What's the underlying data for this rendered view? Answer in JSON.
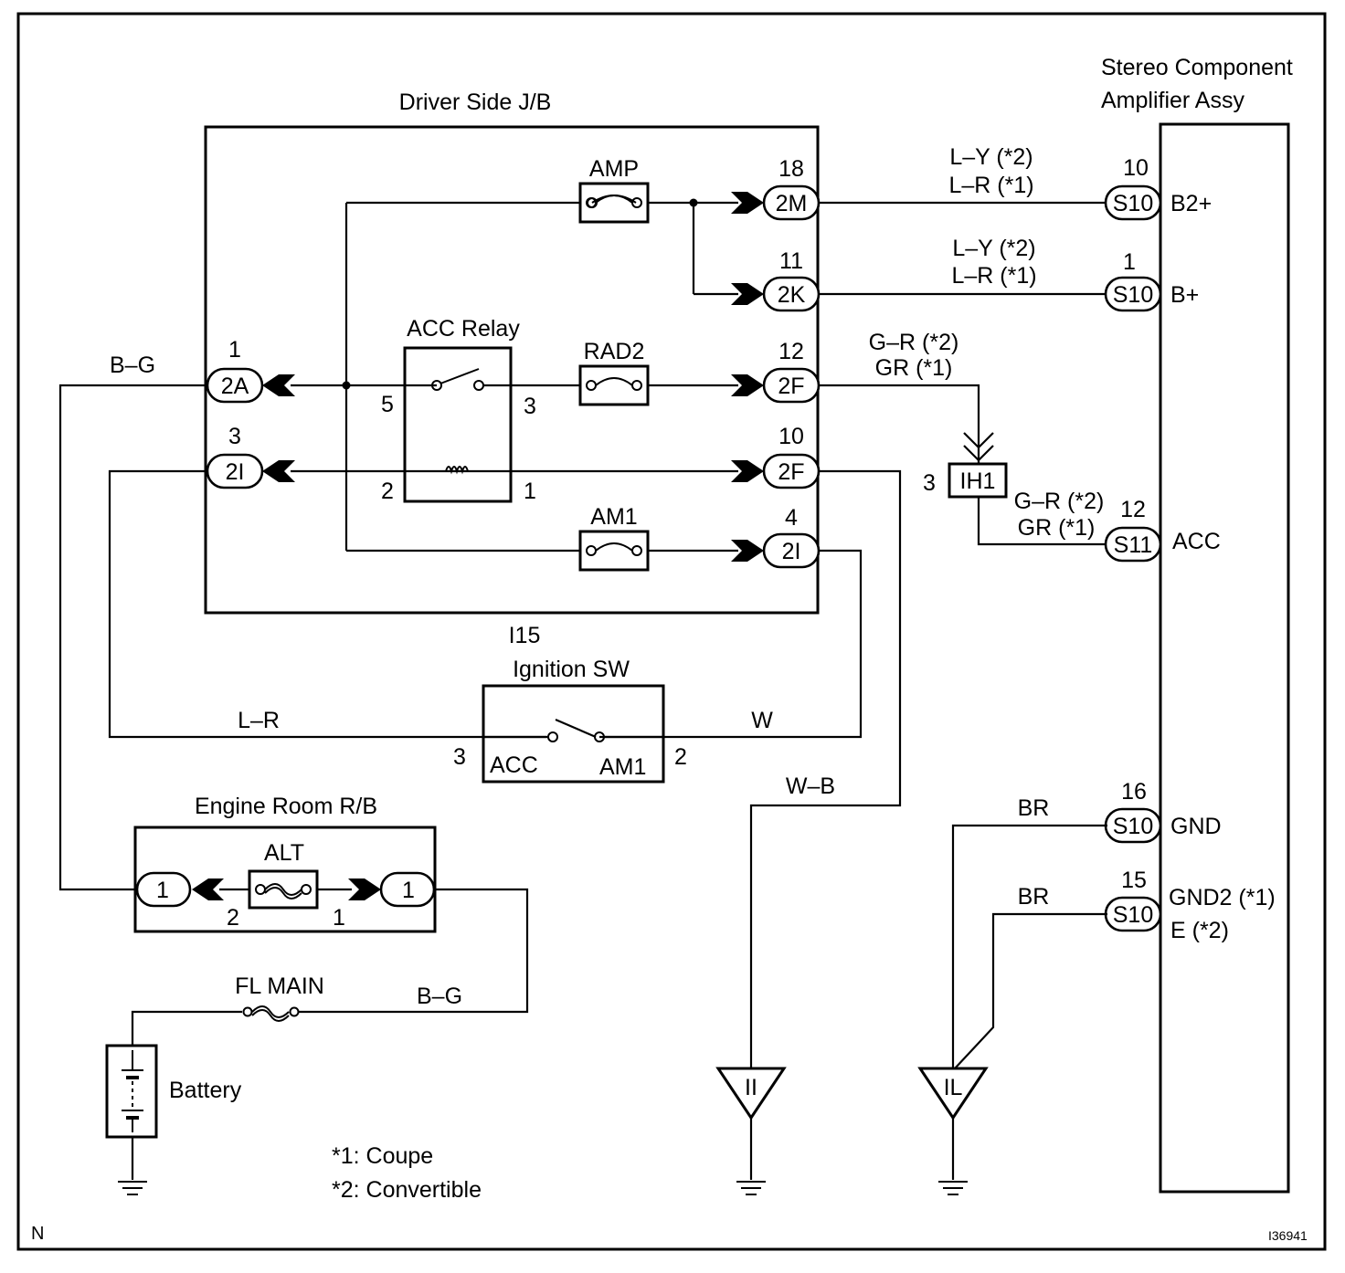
{
  "components": {
    "driver_jb": "Driver Side J/B",
    "amplifier_line1": "Stereo Component",
    "amplifier_line2": "Amplifier Assy",
    "acc_relay": "ACC Relay",
    "ignition_code": "I15",
    "ignition_sw": "Ignition SW",
    "engine_rb": "Engine Room R/B",
    "battery": "Battery",
    "fl_main": "FL MAIN"
  },
  "fuses": {
    "amp": "AMP",
    "rad2": "RAD2",
    "am1": "AM1",
    "alt": "ALT"
  },
  "connectors": {
    "c_2m": "2M",
    "c_2k": "2K",
    "c_2f_a": "2F",
    "c_2f_b": "2F",
    "c_2i_r": "2I",
    "c_2a": "2A",
    "c_2i_l": "2I",
    "c_ih1": "IH1",
    "c_s10_a": "S10",
    "c_s10_b": "S10",
    "c_s11": "S11",
    "c_s10_c": "S10",
    "c_s10_d": "S10",
    "c_er_l": "1",
    "c_er_r": "1"
  },
  "pins": {
    "p18": "18",
    "p11": "11",
    "p12": "12",
    "p10": "10",
    "p4": "4",
    "p1_2a": "1",
    "p3_2i": "3",
    "relay_5": "5",
    "relay_3": "3",
    "relay_2": "2",
    "relay_1": "1",
    "amp_10": "10",
    "amp_1": "1",
    "amp_12": "12",
    "amp_16": "16",
    "amp_15": "15",
    "ih1_3": "3",
    "ign_3": "3",
    "ign_2": "2",
    "er_2": "2",
    "er_1": "1"
  },
  "terminals": {
    "b2plus": "B2+",
    "bplus": "B+",
    "acc": "ACC",
    "gnd": "GND",
    "gnd2": "GND2 (*1)",
    "e": "E (*2)",
    "ign_acc": "ACC",
    "ign_am1": "AM1"
  },
  "wires": {
    "ly2_a": "L–Y (*2)",
    "lr1_a": "L–R (*1)",
    "ly2_b": "L–Y (*2)",
    "lr1_b": "L–R (*1)",
    "gr2_a": "G–R (*2)",
    "gr1_a": "GR (*1)",
    "gr2_b": "G–R (*2)",
    "gr1_b": "GR (*1)",
    "bg_top": "B–G",
    "lr": "L–R",
    "w": "W",
    "wb": "W–B",
    "br_a": "BR",
    "br_b": "BR",
    "bg_bottom": "B–G"
  },
  "grounds": {
    "ii": "II",
    "il": "IL"
  },
  "notes": {
    "coupe": "*1: Coupe",
    "convertible": "*2: Convertible"
  },
  "corner": {
    "left": "N",
    "right": "I36941"
  }
}
